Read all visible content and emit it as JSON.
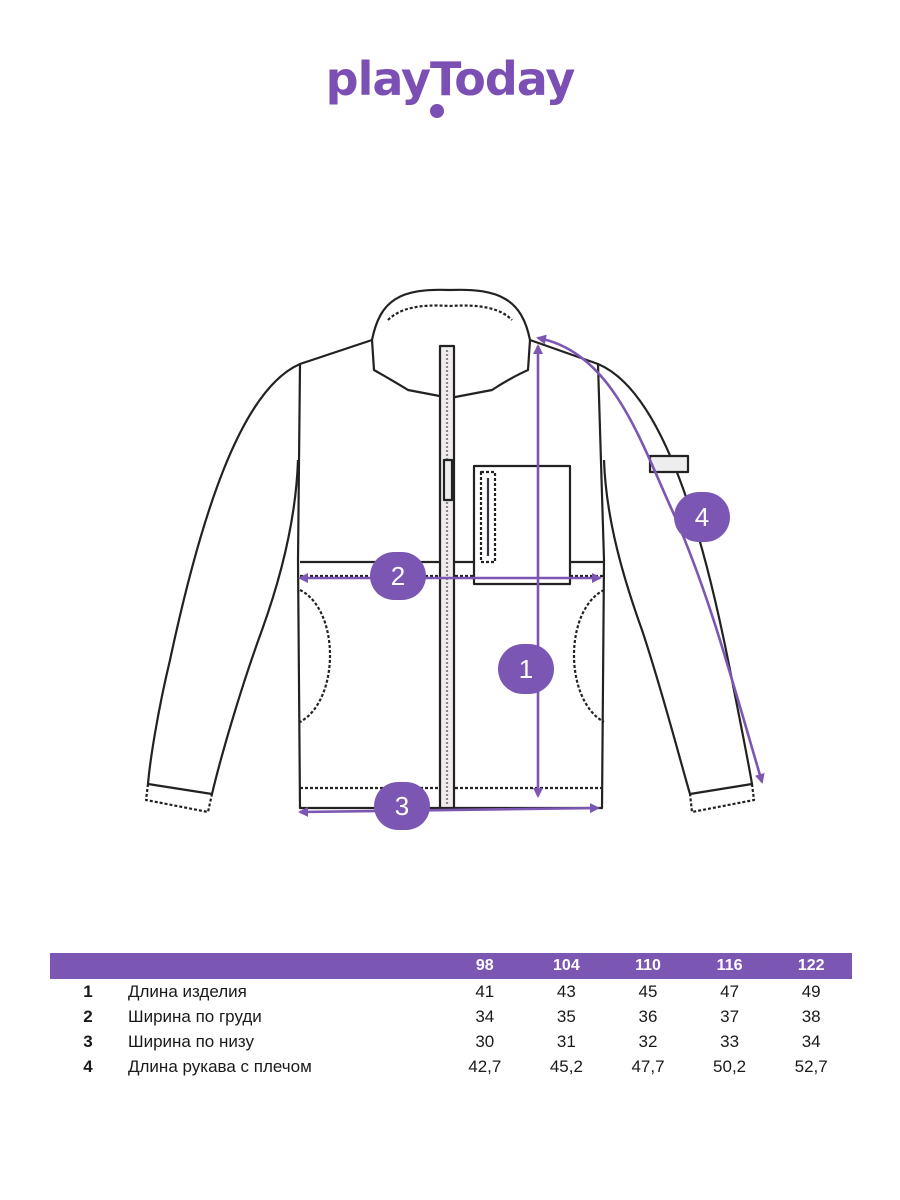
{
  "brand": {
    "logo_text": "playToday",
    "accent_color": "#7b4fb3"
  },
  "diagram": {
    "subject": "jacket-technical-drawing",
    "badges": [
      "1",
      "2",
      "3",
      "4"
    ],
    "line_color": "#7b57b3"
  },
  "size_table": {
    "header_color": "#7b57b3",
    "sizes": [
      "98",
      "104",
      "110",
      "116",
      "122"
    ],
    "rows": [
      {
        "num": "1",
        "label": "Длина изделия",
        "values": [
          "41",
          "43",
          "45",
          "47",
          "49"
        ]
      },
      {
        "num": "2",
        "label": "Ширина по груди",
        "values": [
          "34",
          "35",
          "36",
          "37",
          "38"
        ]
      },
      {
        "num": "3",
        "label": "Ширина по низу",
        "values": [
          "30",
          "31",
          "32",
          "33",
          "34"
        ]
      },
      {
        "num": "4",
        "label": "Длина рукава с плечом",
        "values": [
          "42,7",
          "45,2",
          "47,7",
          "50,2",
          "52,7"
        ]
      }
    ]
  }
}
